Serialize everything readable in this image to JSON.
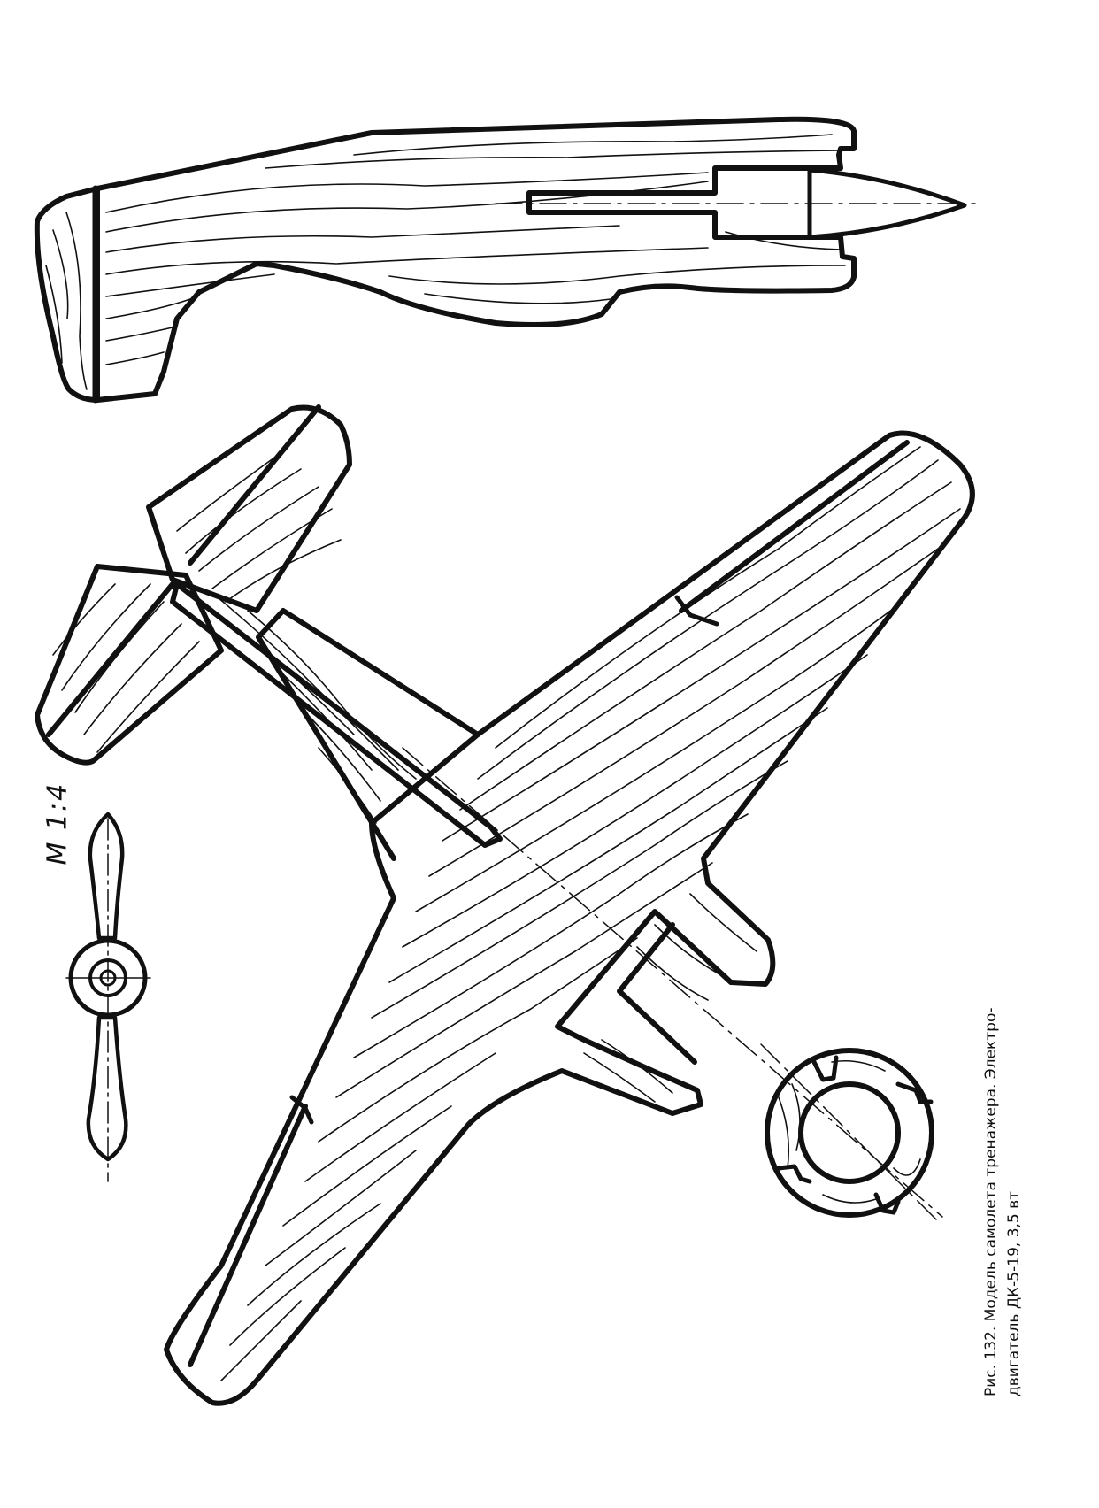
{
  "scale_label": "M 1:4",
  "caption": {
    "line1": "Рис. 132. Модель самолета тренажера. Электро-",
    "line2": "двигатель ДК-5-19, 3,5 вт"
  },
  "ink_color": "#111111",
  "paper_color": "#ffffff"
}
